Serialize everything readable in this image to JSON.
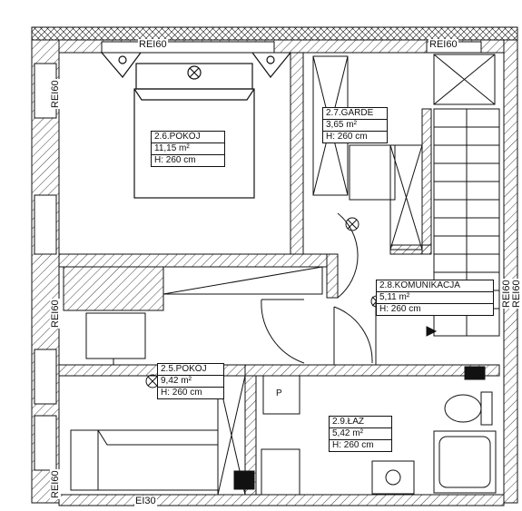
{
  "wall_rating_labels": {
    "top_left": "REI60",
    "top_right": "REI60",
    "left_upper": "REI60",
    "left_middle": "REI60",
    "left_lower": "REI60",
    "right_middle": "REI60",
    "right_edge": "REI60",
    "bottom": "EI30"
  },
  "rooms": [
    {
      "id": "pokoj_26",
      "name": "2.6.POKÓJ",
      "area": "11,15 m²",
      "height": "H: 260 cm"
    },
    {
      "id": "garder_27",
      "name": "2.7.GARDE",
      "area": "3,65 m²",
      "height": "H: 260 cm"
    },
    {
      "id": "komunikacja_28",
      "name": "2.8.KOMUNIKACJA",
      "area": "5,11 m²",
      "height": "H: 260 cm"
    },
    {
      "id": "pokoj_25",
      "name": "2.5.POKÓJ",
      "area": "9,42 m²",
      "height": "H: 260 cm"
    },
    {
      "id": "lazienka_29",
      "name": "2.9.ŁAZ",
      "area": "5,42 m²",
      "height": "H: 260 cm"
    }
  ],
  "fixture_marks": {
    "boiler": "P"
  },
  "colors": {
    "line": "#111111",
    "background": "#ffffff"
  }
}
